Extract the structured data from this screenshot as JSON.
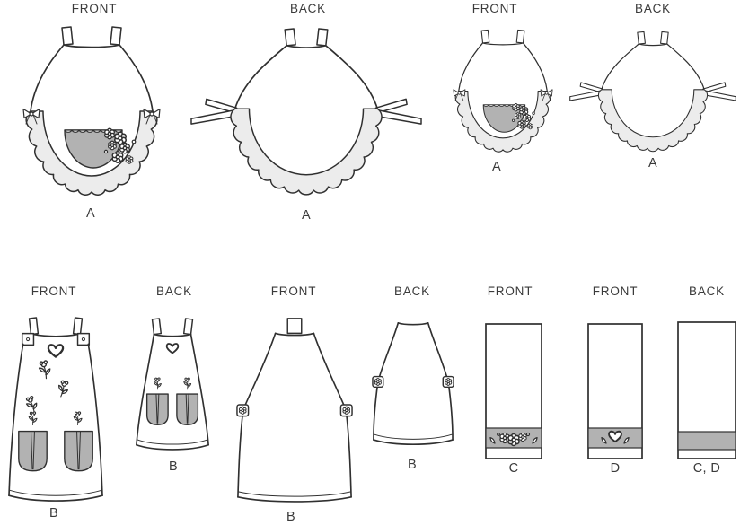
{
  "page": {
    "background": "#ffffff",
    "line_color": "#303030",
    "shade_color": "#b2b2b2",
    "ruffle_color": "#ececec"
  },
  "views": {
    "a_front_large": {
      "header": "FRONT",
      "label": "A"
    },
    "a_back_large": {
      "header": "BACK",
      "label": "A"
    },
    "a_front_small": {
      "header": "FRONT",
      "label": "A"
    },
    "a_back_small": {
      "header": "BACK",
      "label": "A"
    },
    "b_front_decorated": {
      "header": "FRONT",
      "label": "B"
    },
    "b_back_decorated": {
      "header": "BACK",
      "label": "B"
    },
    "b_front_plain": {
      "header": "FRONT",
      "label": "B"
    },
    "b_back_plain": {
      "header": "BACK",
      "label": "B"
    },
    "c_front": {
      "header": "FRONT",
      "label": "C"
    },
    "d_front": {
      "header": "FRONT",
      "label": "D"
    },
    "cd_back": {
      "header": "BACK",
      "label": "C, D"
    }
  }
}
